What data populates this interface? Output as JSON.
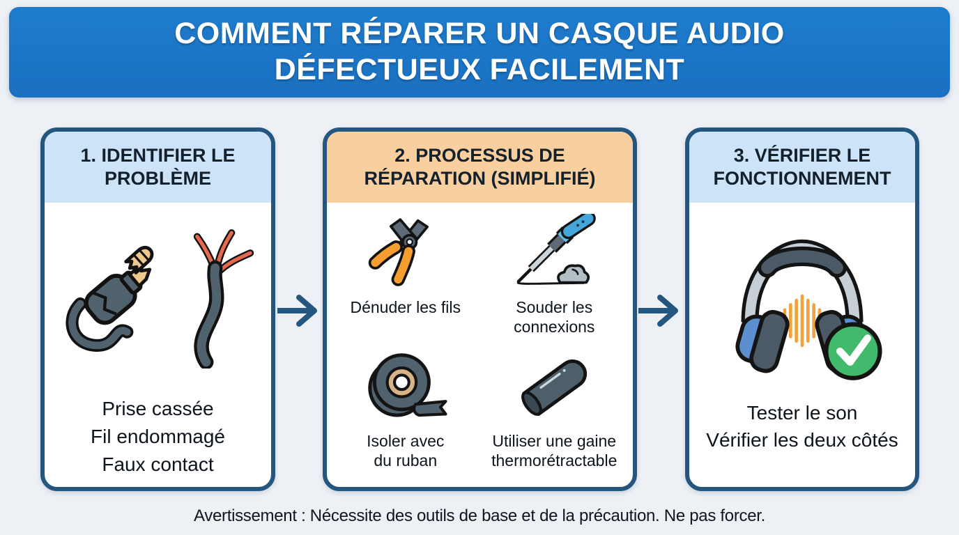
{
  "banner": {
    "title_line1": "COMMENT RÉPARER UN CASQUE AUDIO",
    "title_line2": "DÉFECTUEUX FACILEMENT"
  },
  "panels": [
    {
      "title": "1. IDENTIFIER LE PROBLÈME",
      "icons": [
        "broken-jack-icon",
        "frayed-wire-icon"
      ],
      "body_lines": [
        "Prise cassée",
        "Fil endommagé",
        "Faux contact"
      ]
    },
    {
      "title": "2. PROCESSUS DE RÉPARATION (SIMPLIFIÉ)",
      "steps": [
        {
          "icon": "wire-stripper-icon",
          "label": "Dénuder les fils"
        },
        {
          "icon": "soldering-iron-icon",
          "label": "Souder les connexions"
        },
        {
          "icon": "tape-roll-icon",
          "label": "Isoler avec du ruban"
        },
        {
          "icon": "heat-shrink-icon",
          "label": "Utiliser une gaine thermorétractable"
        }
      ]
    },
    {
      "title": "3. VÉRIFIER LE FONCTIONNEMENT",
      "icons": [
        "headphones-check-icon"
      ],
      "body_lines": [
        "Tester le son",
        "Vérifier les deux côtés"
      ]
    }
  ],
  "flow": {
    "arrow_icon": "arrow-right-icon",
    "arrow_count": 2
  },
  "footer": {
    "text": "Avertissement : Nécessite des outils de base et de la précaution. Ne pas forcer."
  },
  "colors": {
    "background": "#edf1f6",
    "banner_blue": "#1b74c5",
    "panel_border_navy": "#24567f",
    "header_light_blue": "#cde4f8",
    "header_orange": "#f8cf9e",
    "icon_slate": "#51626f",
    "icon_orange": "#f59d2f",
    "icon_gold": "#eec98b",
    "icon_wire_red": "#e4694f",
    "icon_blue": "#45a7d9",
    "cup_blue": "#5b8fd0",
    "wave_orange": "#f0a23d",
    "check_green": "#41ba6c",
    "text_dark": "#0d141c"
  }
}
